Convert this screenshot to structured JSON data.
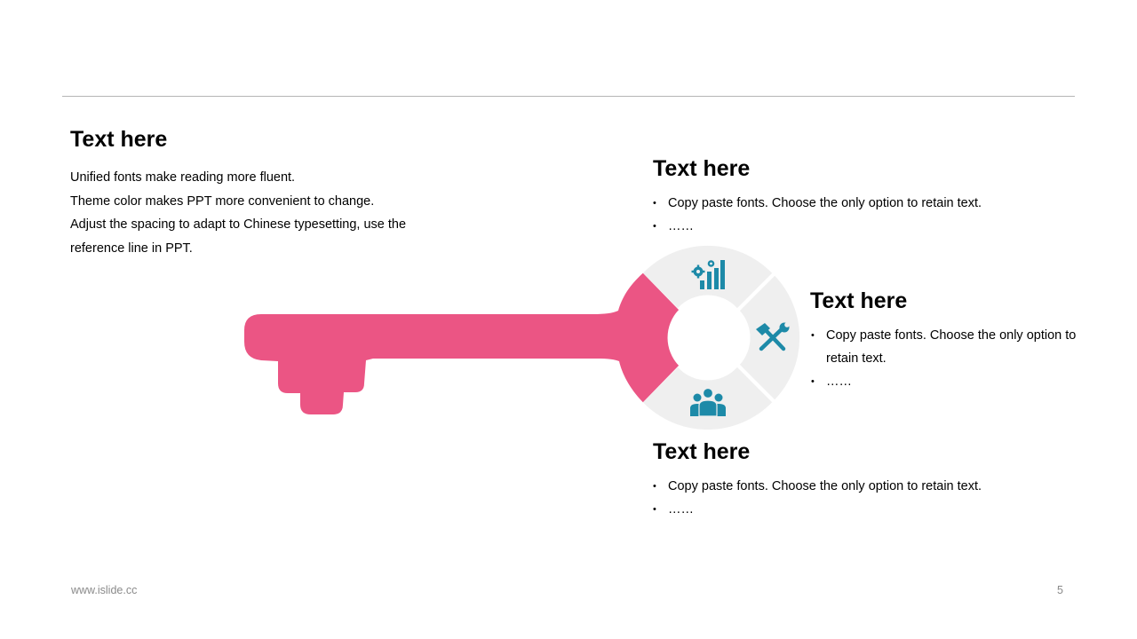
{
  "colors": {
    "accent_pink": "#EB5584",
    "icon_teal": "#1D8AA8",
    "segment_gray": "#EFEFEF",
    "rule": "#B5B5B5"
  },
  "left_block": {
    "title": "Text here",
    "lines": [
      "Unified fonts make reading more fluent.",
      "Theme color makes PPT more convenient to change.",
      "Adjust the spacing to adapt to Chinese typesetting, use the",
      "reference line in PPT."
    ]
  },
  "top_block": {
    "title": "Text here",
    "bullets": [
      "Copy paste fonts. Choose the only option to retain text.",
      "……"
    ]
  },
  "right_block": {
    "title": "Text here",
    "bullets": [
      "Copy paste fonts. Choose the only option to retain text.",
      "……"
    ]
  },
  "bottom_block": {
    "title": "Text here",
    "bullets": [
      "Copy paste fonts. Choose the only option to retain text.",
      "……"
    ]
  },
  "icons": {
    "top": "gear-bar-chart-icon",
    "right": "tools-icon",
    "bottom": "team-icon"
  },
  "footer": {
    "website": "www.islide.cc",
    "page_number": "5"
  }
}
